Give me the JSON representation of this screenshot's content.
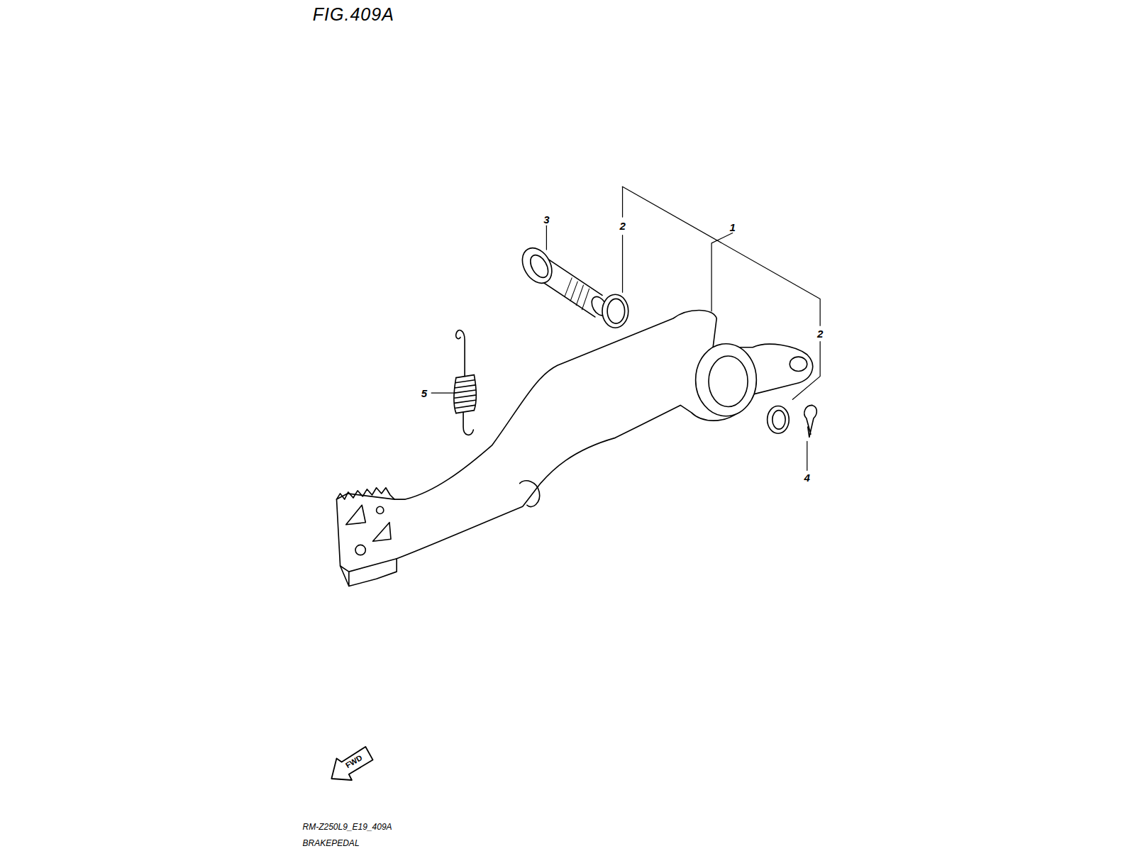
{
  "diagram": {
    "title": "FIG.409A",
    "labels": [
      "3",
      "2",
      "1",
      "2",
      "5",
      "4",
      "FWD",
      "RM-Z250L9_E19_409A",
      "BRAKEPEDAL"
    ]
  }
}
